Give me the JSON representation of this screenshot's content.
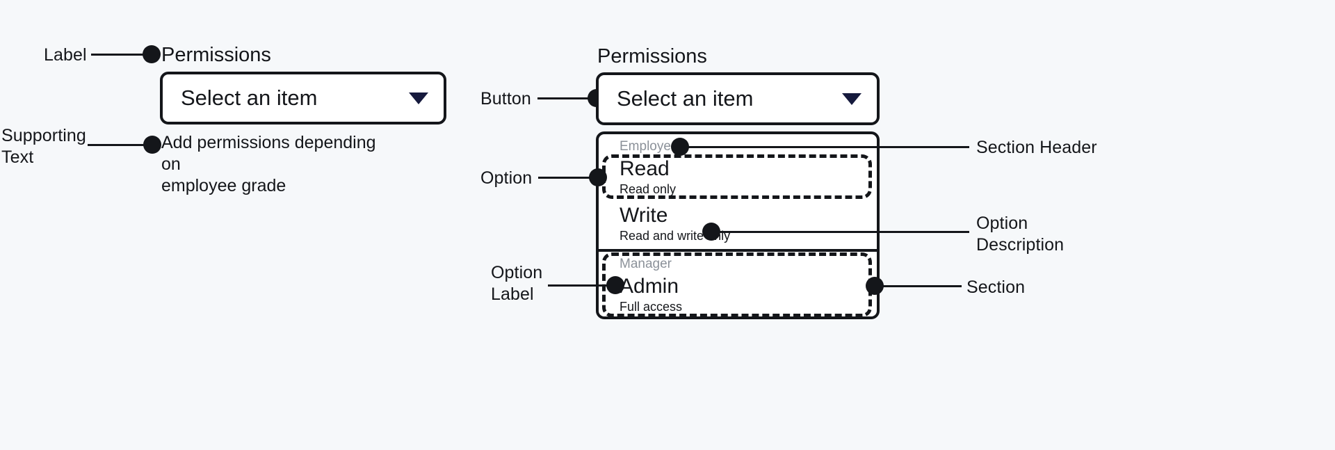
{
  "canvas": {
    "background": "#f6f8fa",
    "ink": "#14161a",
    "muted": "#8b9199",
    "caret_color": "#161a3d",
    "surface": "#ffffff"
  },
  "left_example": {
    "name": "collapsed-select",
    "label": "Permissions",
    "button": {
      "value": "Select an item",
      "caret_icon": "chevron-down-icon"
    },
    "supporting_text": "Add permissions depending on\nemployee grade",
    "annotations": [
      {
        "id": "label",
        "text": "Label"
      },
      {
        "id": "supporting",
        "text": "Supporting\nText"
      }
    ]
  },
  "right_example": {
    "name": "expanded-select",
    "label": "Permissions",
    "button": {
      "value": "Select an item",
      "caret_icon": "chevron-down-icon"
    },
    "listbox": {
      "sections": [
        {
          "header": "Employees",
          "options": [
            {
              "label": "Read",
              "description": "Read only"
            },
            {
              "label": "Write",
              "description": "Read and write only"
            }
          ]
        },
        {
          "header": "Manager",
          "options": [
            {
              "label": "Admin",
              "description": "Full access"
            }
          ]
        }
      ]
    },
    "annotations": [
      {
        "id": "button",
        "text": "Button"
      },
      {
        "id": "option",
        "text": "Option"
      },
      {
        "id": "option-label",
        "text": "Option\nLabel"
      },
      {
        "id": "section-header",
        "text": "Section Header"
      },
      {
        "id": "option-description",
        "text": "Option\nDescription"
      },
      {
        "id": "section",
        "text": "Section"
      }
    ]
  }
}
